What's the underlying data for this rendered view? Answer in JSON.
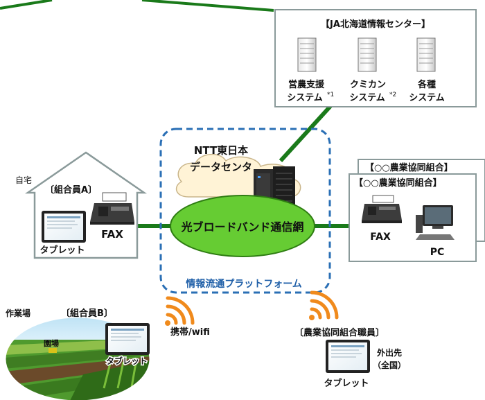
{
  "ja_center": {
    "title": "【JA北海道情報センター】",
    "systems": [
      {
        "line1": "営農支援",
        "line2": "システム",
        "note": "*1"
      },
      {
        "line1": "クミカン",
        "line2": "システム",
        "note": "*2"
      },
      {
        "line1": "各種",
        "line2": "システム",
        "note": ""
      }
    ]
  },
  "ntt": {
    "line1": "NTT東日本",
    "line2": "データセンタ"
  },
  "network": {
    "label": "光ブロードバンド通信網"
  },
  "platform": {
    "label": "情報流通プラットフォーム"
  },
  "home": {
    "label": "自宅",
    "member": "〔組合員A〕",
    "fax": "FAX",
    "tablet": "タブレット"
  },
  "coop": {
    "title_back": "【○○農業協同組合】",
    "title_front": "【○○農業協同組合】",
    "fax": "FAX",
    "pc": "PC"
  },
  "workplace": {
    "label": "作業場",
    "member": "〔組合員B〕",
    "field": "園場",
    "tablet": "タブレット"
  },
  "wireless": {
    "label": "携帯/wifi"
  },
  "staff": {
    "label": "〔農業協同組合職員〕",
    "tablet": "タブレット",
    "location_line1": "外出先",
    "location_line2": "（全国）"
  },
  "colors": {
    "green_line": "#1a7a1a",
    "network_fill": "#66cc33",
    "platform_border": "#2a6fb5",
    "platform_text": "#1f5fa8",
    "wifi": "#f08a1c",
    "box_border": "#8a9a9a"
  }
}
